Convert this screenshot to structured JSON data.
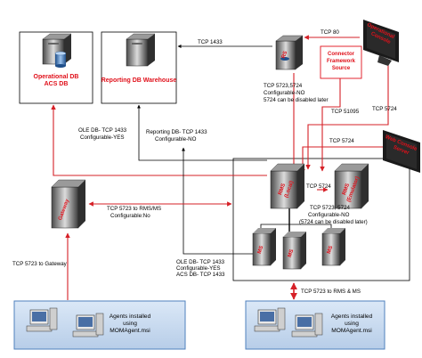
{
  "servers": {
    "operational_db": {
      "line1": "Operational DB",
      "line2": "ACS DB"
    },
    "reporting_dw": {
      "label": "Reporting DB Warehouse"
    },
    "rs": {
      "label": "RS"
    },
    "gateway": {
      "label": "Gateway"
    },
    "rms_local": {
      "label": "RMS",
      "sub": "(Local)"
    },
    "rms_emulator": {
      "label": "RMS",
      "sub": "(Emulator)"
    },
    "ms_1": {
      "label": "MS"
    },
    "ms_2": {
      "label": "MS"
    },
    "ms_3": {
      "label": "MS"
    }
  },
  "consoles": {
    "operational_console": {
      "line1": "Operational",
      "line2": "Console"
    },
    "web_console": {
      "line1": "Web Console",
      "line2": "Server"
    }
  },
  "connector_box": {
    "line1": "Connector",
    "line2": "Framework",
    "line3": "Source"
  },
  "labels": {
    "tcp_1433_top": "TCP 1433",
    "tcp_80": "TCP 80",
    "tcp_5723_5724_a": "TCP 5723,5724",
    "configurable_no_a": "Configurable-NO",
    "disabled_later_a": "5724 can be disabled later",
    "tcp_51095": "TCP 51095",
    "tcp_5724_right": "TCP 5724",
    "tcp_5724_mid": "TCP 5724",
    "ole_db_left_1": "OLE DB- TCP 1433",
    "ole_db_left_2": "Configurable-YES",
    "reporting_db_1": "Reporting DB- TCP 1433",
    "reporting_db_2": "Configurable-NO",
    "tcp_5724_rms": "TCP 5724",
    "tcp_5723_5724_b": "TCP 5723, 5724",
    "configurable_no_b": "Configurable-NO",
    "disabled_later_b": "(5724 can be disabled later)",
    "tcp_5723_rms_ms_1": "TCP 5723 to RMS/MS",
    "tcp_5723_rms_ms_2": "Configurable:No",
    "tcp_5723_gateway": "TCP 5723 to Gateway",
    "ole_db_bottom_1": "OLE DB- TCP 1433",
    "ole_db_bottom_2": "Configurable-YES",
    "acs_db_bottom": "ACS DB- TCP 1433",
    "tcp_5723_rms_ms_bottom": "TCP 5723 to RMS & MS"
  },
  "agents_left": {
    "line1": "Agents installed",
    "line2": "using",
    "line3": "MOMAgent.msi"
  },
  "agents_right": {
    "line1": "Agents installed",
    "line2": "using",
    "line3": "MOMAgent.msi"
  },
  "colors": {
    "red_arrow": "#d62027",
    "black_arrow": "#000000",
    "agent_fill": "#c6d9f1",
    "agent_border": "#4f81bd",
    "red_text": "#e0101a"
  }
}
